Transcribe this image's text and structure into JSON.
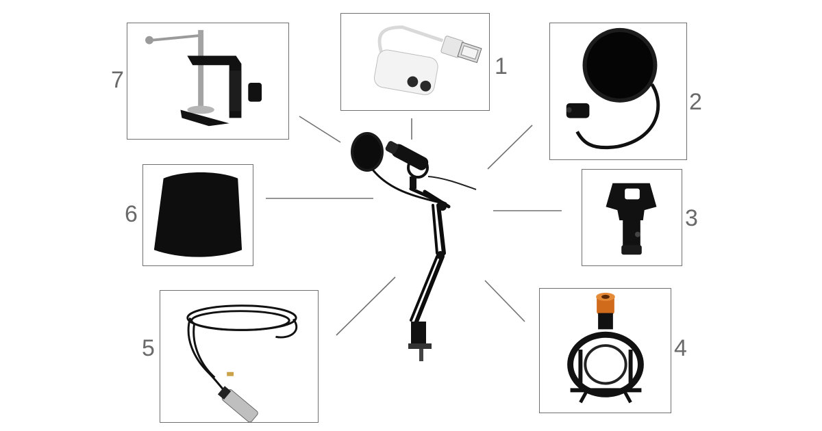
{
  "items": [
    {
      "number": "1",
      "icon": "usb-sound-card"
    },
    {
      "number": "2",
      "icon": "pop-filter"
    },
    {
      "number": "3",
      "icon": "mic-clip-holder"
    },
    {
      "number": "4",
      "icon": "shock-mount"
    },
    {
      "number": "5",
      "icon": "xlr-cable"
    },
    {
      "number": "6",
      "icon": "foam-windscreen"
    },
    {
      "number": "7",
      "icon": "table-clamp"
    }
  ],
  "center_icon": "microphone-arm-stand",
  "colors": {
    "border": "#6f6f6f",
    "label": "#6a6a6a",
    "line": "#707070",
    "product": "#111111"
  }
}
